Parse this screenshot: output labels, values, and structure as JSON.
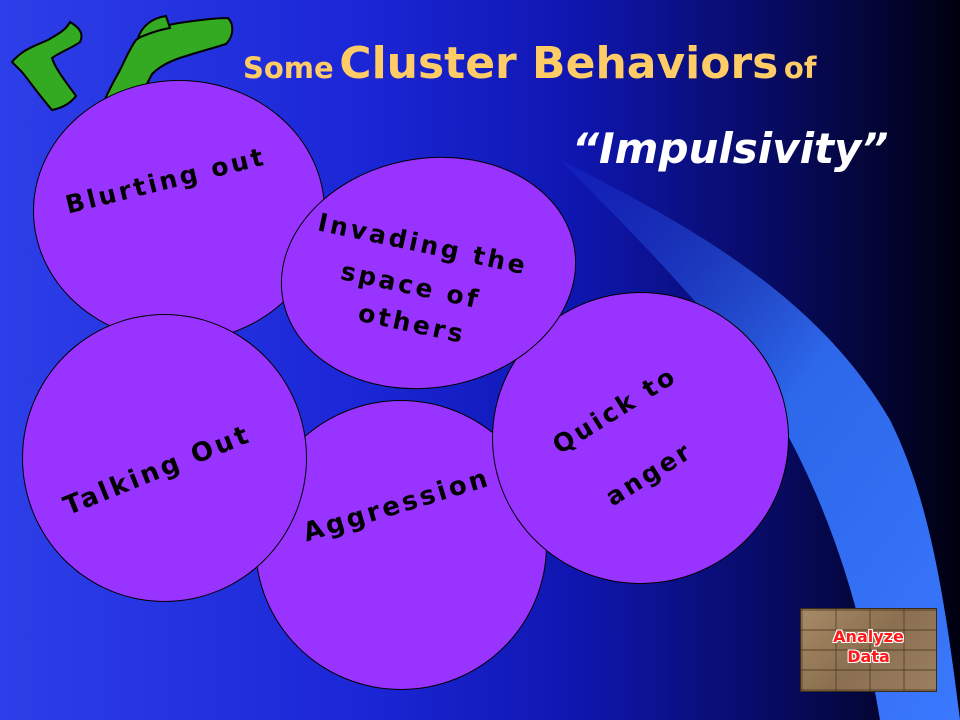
{
  "title": {
    "some": "Some",
    "cluster_behaviors": "Cluster Behaviors",
    "of": "of",
    "subtitle": "“Impulsivity”"
  },
  "bubbles": {
    "blurting_out": "Blurting out",
    "invading_line1": "Invading the",
    "invading_line2": "space of",
    "invading_line3": "others",
    "talking_out": "Talking Out",
    "aggression": "Aggression",
    "quick_line1": "Quick to",
    "quick_line2": "anger"
  },
  "analyze_button": {
    "line1": "Analyze",
    "line2": "Data"
  },
  "colors": {
    "bubble_fill": "#9933ff",
    "title_color": "#ffcc66",
    "background_left": "#2d3fe8",
    "background_right": "#000010",
    "logo_green": "#33aa22"
  },
  "icons": [
    "green-logo-icon",
    "light-beam-decoration"
  ]
}
